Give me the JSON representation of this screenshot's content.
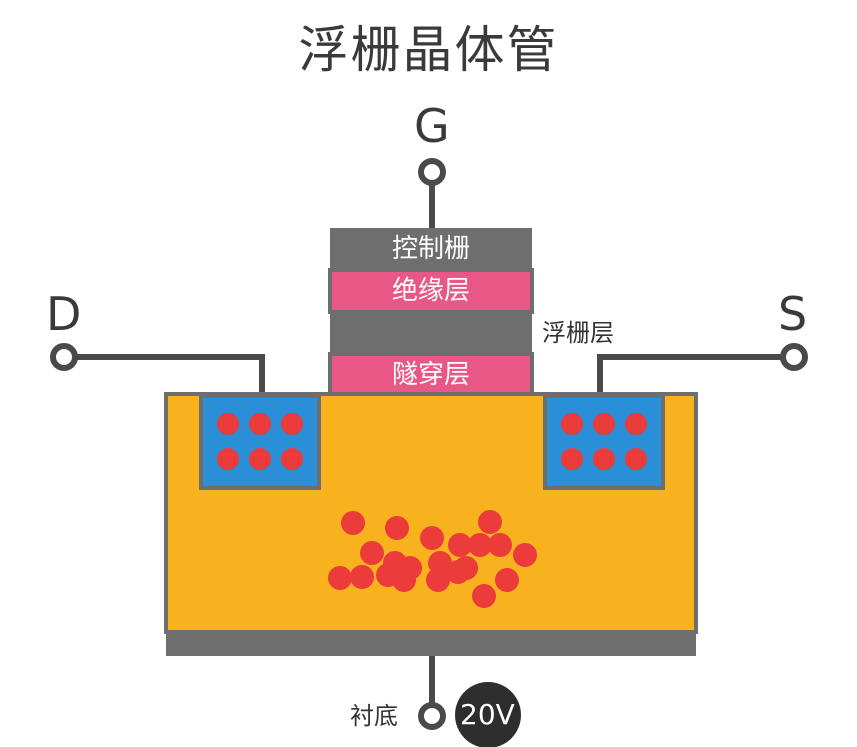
{
  "title": "浮栅晶体管",
  "terminals": {
    "gate": "G",
    "drain": "D",
    "source": "S"
  },
  "layers": {
    "control_gate": "控制栅",
    "insulator": "绝缘层",
    "floating_gate": "浮栅层",
    "tunnel": "隧穿层"
  },
  "substrate": {
    "label": "衬底",
    "voltage": "20V"
  },
  "colors": {
    "gray_layer": "#6e6e6e",
    "pink_layer": "#e85785",
    "substrate": "#f7b21e",
    "well": "#2a8fd6",
    "electron": "#ec3b3b",
    "wire": "#4a4a4a"
  }
}
